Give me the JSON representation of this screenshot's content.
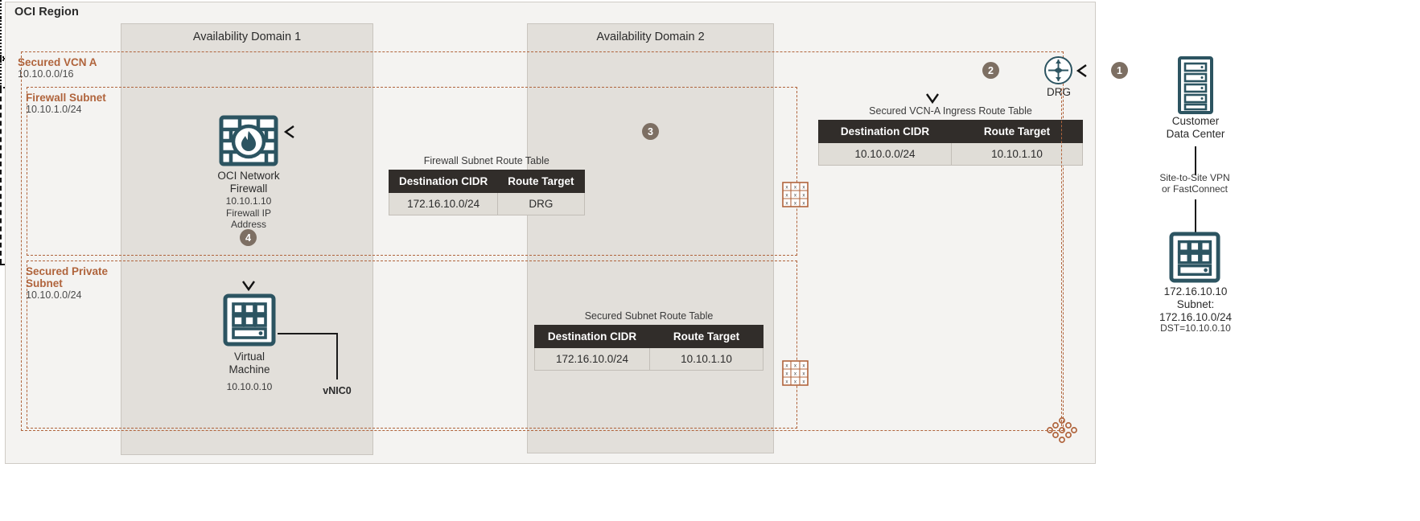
{
  "region": {
    "title": "OCI Region"
  },
  "availability_domains": [
    {
      "name": "Availability Domain 1"
    },
    {
      "name": "Availability Domain 2"
    }
  ],
  "zones": {
    "vcn": {
      "title": "Secured VCN A",
      "cidr": "10.10.0.0/16"
    },
    "firewall_subnet": {
      "title": "Firewall Subnet",
      "cidr": "10.10.1.0/24"
    },
    "private_subnet": {
      "title": "Secured Private\nSubnet",
      "title_line1": "Secured Private",
      "title_line2": "Subnet",
      "cidr": "10.10.0.0/24"
    }
  },
  "nodes": {
    "firewall": {
      "icon": "firewall-icon",
      "name_line1": "OCI Network",
      "name_line2": "Firewall",
      "ip": "10.10.1.10",
      "note_line1": "Firewall IP",
      "note_line2": "Address"
    },
    "vm": {
      "icon": "virtual-machine-icon",
      "name_line1": "Virtual",
      "name_line2": "Machine",
      "ip": "10.10.0.10",
      "vnic_label": "vNIC0"
    },
    "drg": {
      "icon": "drg-icon",
      "label": "DRG"
    },
    "customer_dc": {
      "icon": "server-rack-icon",
      "name_line1": "Customer",
      "name_line2": "Data Center"
    },
    "on_prem_host": {
      "icon": "server-icon",
      "ip": "172.16.10.10",
      "subnet_label": "Subnet:",
      "subnet_cidr": "172.16.10.0/24",
      "dst": "DST=10.10.0.10"
    },
    "connection": {
      "line1": "Site-to-Site VPN",
      "line2": "or FastConnect"
    },
    "route_table_icons": [
      {
        "icon": "route-table-icon",
        "rows": [
          "x.x.x",
          "x.x.x",
          "x.x.x"
        ]
      },
      {
        "icon": "route-table-icon",
        "rows": [
          "x.x.x",
          "x.x.x",
          "x.x.x"
        ]
      }
    ]
  },
  "tables": [
    {
      "title": "Firewall Subnet Route Table",
      "headers": [
        "Destination CIDR",
        "Route Target"
      ],
      "rows": [
        [
          "172.16.10.0/24",
          "DRG"
        ]
      ]
    },
    {
      "title": "Secured VCN-A Ingress Route Table",
      "headers": [
        "Destination CIDR",
        "Route Target"
      ],
      "rows": [
        [
          "10.10.0.0/24",
          "10.10.1.10"
        ]
      ]
    },
    {
      "title": "Secured Subnet Route Table",
      "headers": [
        "Destination CIDR",
        "Route Target"
      ],
      "rows": [
        [
          "172.16.10.0/24",
          "10.10.1.10"
        ]
      ]
    }
  ],
  "flow_badges": [
    {
      "id": "1",
      "label": "1"
    },
    {
      "id": "2",
      "label": "2"
    },
    {
      "id": "3",
      "label": "3"
    },
    {
      "id": "4",
      "label": "4"
    }
  ],
  "colors": {
    "accent_orange": "#b0643c",
    "icon_teal": "#2c5461",
    "table_header": "#312d2a",
    "table_row": "#e0ddd7",
    "badge": "#7d6f63",
    "region_bg": "#f4f3f1",
    "ad_bg": "#e2dfda"
  }
}
